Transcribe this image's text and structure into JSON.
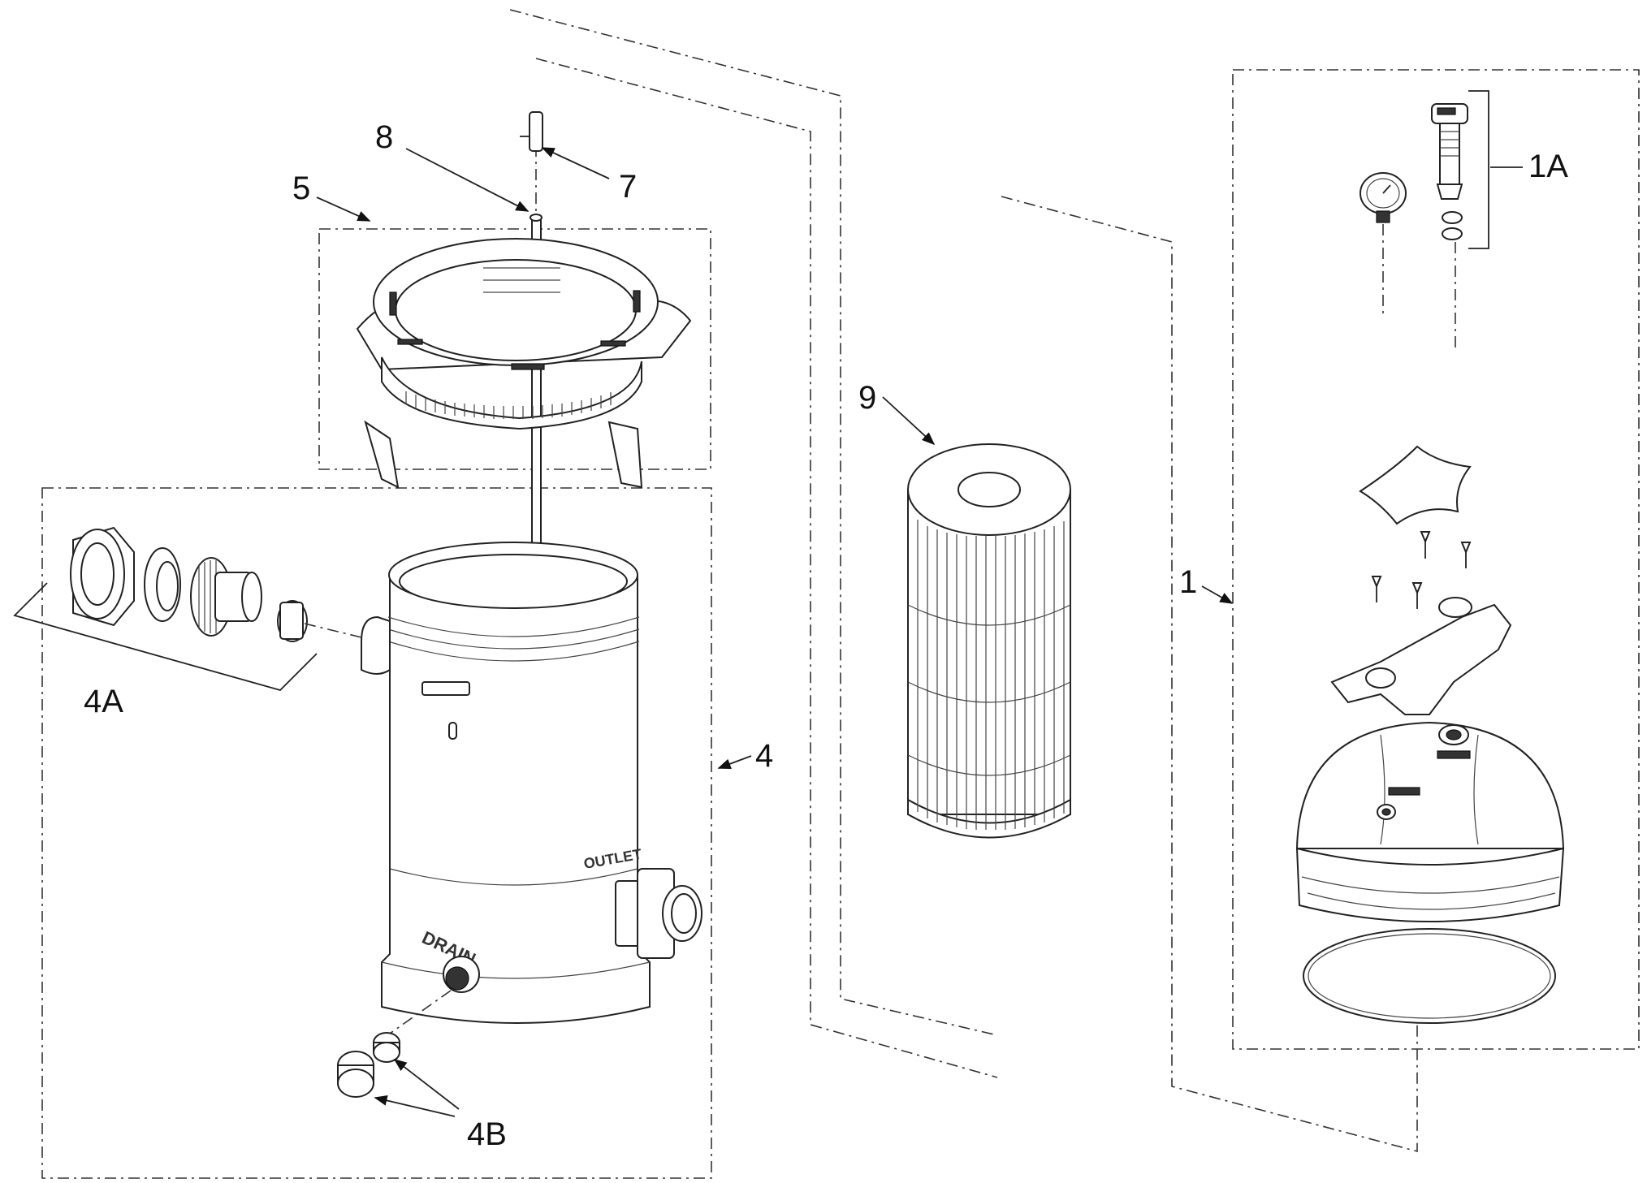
{
  "diagram": {
    "labels": {
      "l1": "1",
      "l1a": "1A",
      "l4": "4",
      "l4a": "4A",
      "l4b": "4B",
      "l5": "5",
      "l7": "7",
      "l8": "8",
      "l9": "9"
    },
    "molded_text": {
      "drain": "DRAIN",
      "outlet": "OUTLET"
    }
  }
}
